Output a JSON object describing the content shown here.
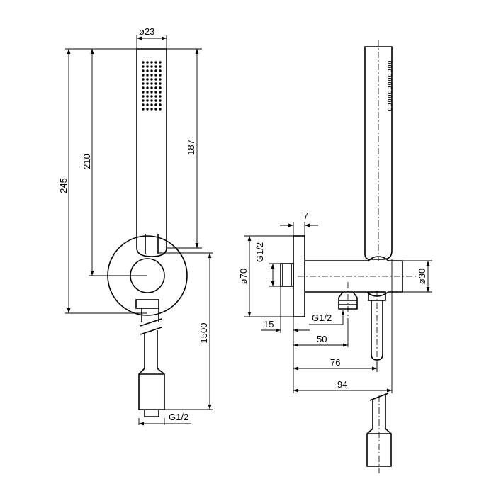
{
  "colors": {
    "line": "#000000",
    "background": "#ffffff"
  },
  "front_view": {
    "dia_handshower": "ø23",
    "height_total": "245",
    "height_hook": "210",
    "height_head": "187",
    "hose_length": "1500",
    "hose_thread": "G1/2"
  },
  "side_view": {
    "plate_thickness": "7",
    "dia_plate": "ø70",
    "inlet_thread": "G1/2",
    "outlet_thread": "G1/2",
    "dia_holder": "ø30",
    "depth_15": "15",
    "depth_50": "50",
    "depth_76": "76",
    "depth_94": "94"
  }
}
